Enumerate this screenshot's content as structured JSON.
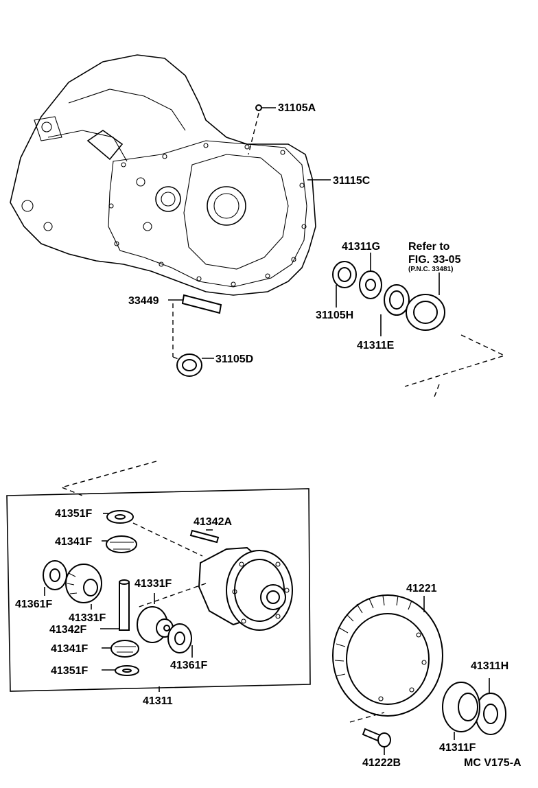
{
  "labels": {
    "p31105A": "31105A",
    "p31115C": "31115C",
    "p41311G": "41311G",
    "refer1": "Refer to",
    "refer2": "FIG. 33-05",
    "refer3": "(P.N.C. 33481)",
    "p31105H": "31105H",
    "p41311E": "41311E",
    "p33449": "33449",
    "p31105D": "31105D",
    "p41351F_top": "41351F",
    "p41342A": "41342A",
    "p41341F_top": "41341F",
    "p41331F_right": "41331F",
    "p41361F_left": "41361F",
    "p41331F_left": "41331F",
    "p41342F": "41342F",
    "p41341F_bottom": "41341F",
    "p41361F_right": "41361F",
    "p41351F_bottom": "41351F",
    "p41311": "41311",
    "p41221": "41221",
    "p41311H": "41311H",
    "p41311F": "41311F",
    "p41222B": "41222B",
    "fig_code": "MC V175-A"
  }
}
